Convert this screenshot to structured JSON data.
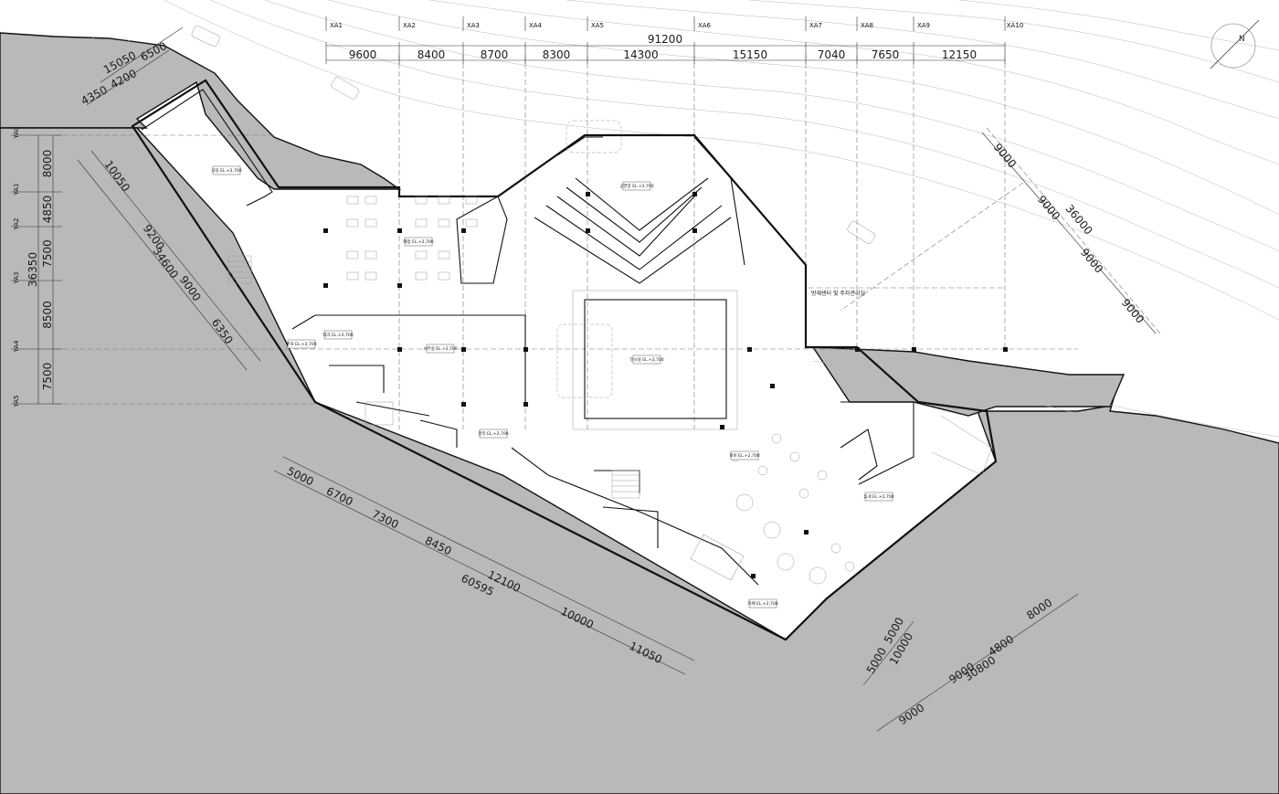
{
  "top_dimensions": {
    "total": "91200",
    "segments": [
      "9600",
      "8400",
      "8700",
      "8300",
      "14300",
      "15150",
      "7040",
      "7650",
      "12150"
    ]
  },
  "top_axis_labels": [
    "XA1",
    "XA2",
    "XA3",
    "XA4",
    "XA5",
    "XA6",
    "XA7",
    "XA8",
    "XA9",
    "XA10"
  ],
  "top_left_dimensions": [
    "15050",
    "6500",
    "4350",
    "4200"
  ],
  "left_dimensions": {
    "total": "36350",
    "segments": [
      "8000",
      "4850",
      "7500",
      "8500",
      "7500"
    ]
  },
  "left_axis_labels": [
    "YA0",
    "YA1",
    "YA2",
    "YA3",
    "YA4",
    "YA5"
  ],
  "left_diagonal_dimensions": {
    "total": "34600",
    "segments": [
      "10050",
      "9200",
      "9000",
      "6350"
    ]
  },
  "bottom_left_dimensions": {
    "total": "60595",
    "segments": [
      "5000",
      "6700",
      "7300",
      "8450",
      "12100",
      "10000",
      "11050"
    ]
  },
  "right_upper_dimensions": {
    "total": "36000",
    "segments": [
      "9000",
      "9000",
      "9000",
      "9000"
    ]
  },
  "bottom_right_dimensions": {
    "total": "30800",
    "segments": [
      "9000",
      "9000",
      "4800",
      "8000"
    ],
    "small": [
      "5000",
      "5000",
      "10000"
    ]
  },
  "room_labels": [
    "식당 EL.+2,700",
    "매점 EL.+2,700",
    "사무실 EL.+2,700",
    "전시실 EL.+2,700",
    "공연장 EL.+2,700",
    "로비 EL.+2,700",
    "카페 EL.+2,700",
    "휴게 EL.+2,700",
    "주차 EL.+2,700",
    "관리 EL.+2,700",
    "데크 EL.+2,700"
  ],
  "annotation": "방재센터 및 주차관리실",
  "north_label": "N",
  "colors": {
    "terrain": "#b9b9b9",
    "wall": "#111111",
    "contour": "#c8c8c8"
  }
}
